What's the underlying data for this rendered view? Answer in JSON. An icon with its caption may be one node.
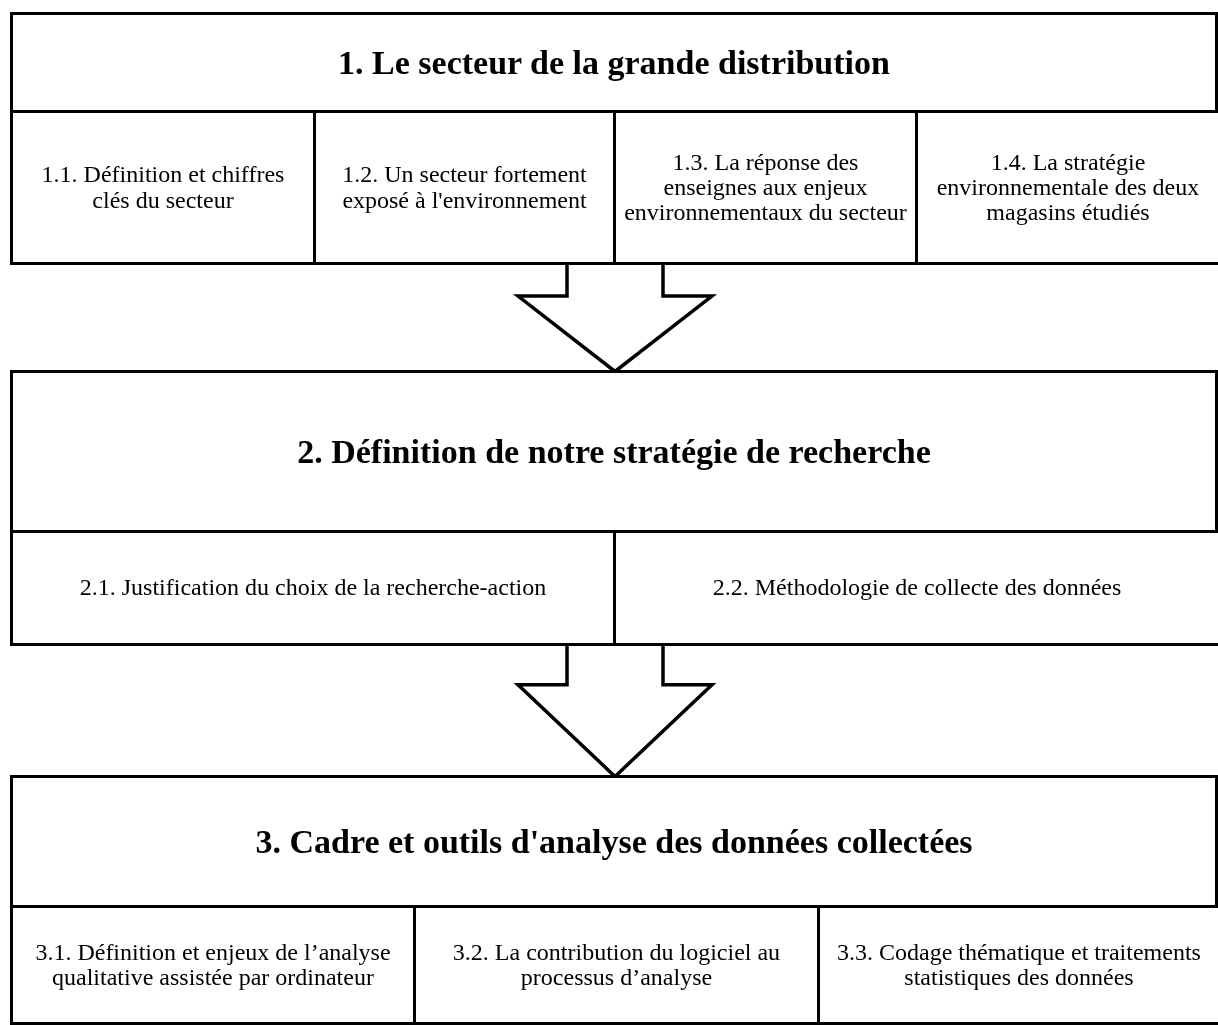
{
  "diagram": {
    "nodes": [
      {
        "text": [
          "1. Le secteur de la grande distribution"
        ]
      },
      {
        "text": [
          "1.1. Définition et chiffres clés du secteur"
        ],
        "in": 0
      },
      {
        "text": [
          "1.2. Un secteur fortement exposé à l'environnement"
        ],
        "in": 0
      },
      {
        "text": [
          "1.3. La réponse des enseignes aux enjeux environnementaux du secteur"
        ],
        "in": 0
      },
      {
        "text": [
          "1.4. La stratégie environnementale des deux magasins étudiés"
        ],
        "in": 0
      },
      {
        "text": [
          "2. Définition de notre stratégie de recherche"
        ]
      },
      {
        "text": [
          "2.1. Justification du choix de la recherche-action"
        ],
        "in": 5
      },
      {
        "text": [
          "2.2. Méthodologie de collecte des données"
        ],
        "in": 5
      },
      {
        "text": [
          "3. Cadre et outils d'analyse des données collectées"
        ]
      },
      {
        "text": [
          "3.1. Définition et enjeux de l’analyse qualitative assistée par ordinateur"
        ],
        "in": 8
      },
      {
        "text": [
          "3.2. La contribution du logiciel au processus d’analyse"
        ],
        "in": 8
      },
      {
        "text": [
          "3.3. Codage thématique et traitements statistiques des données"
        ],
        "in": 8
      }
    ],
    "edges": [
      {
        "from": 0,
        "to": 5,
        "arrow": "to"
      },
      {
        "from": 5,
        "to": 8,
        "arrow": "to"
      }
    ]
  }
}
